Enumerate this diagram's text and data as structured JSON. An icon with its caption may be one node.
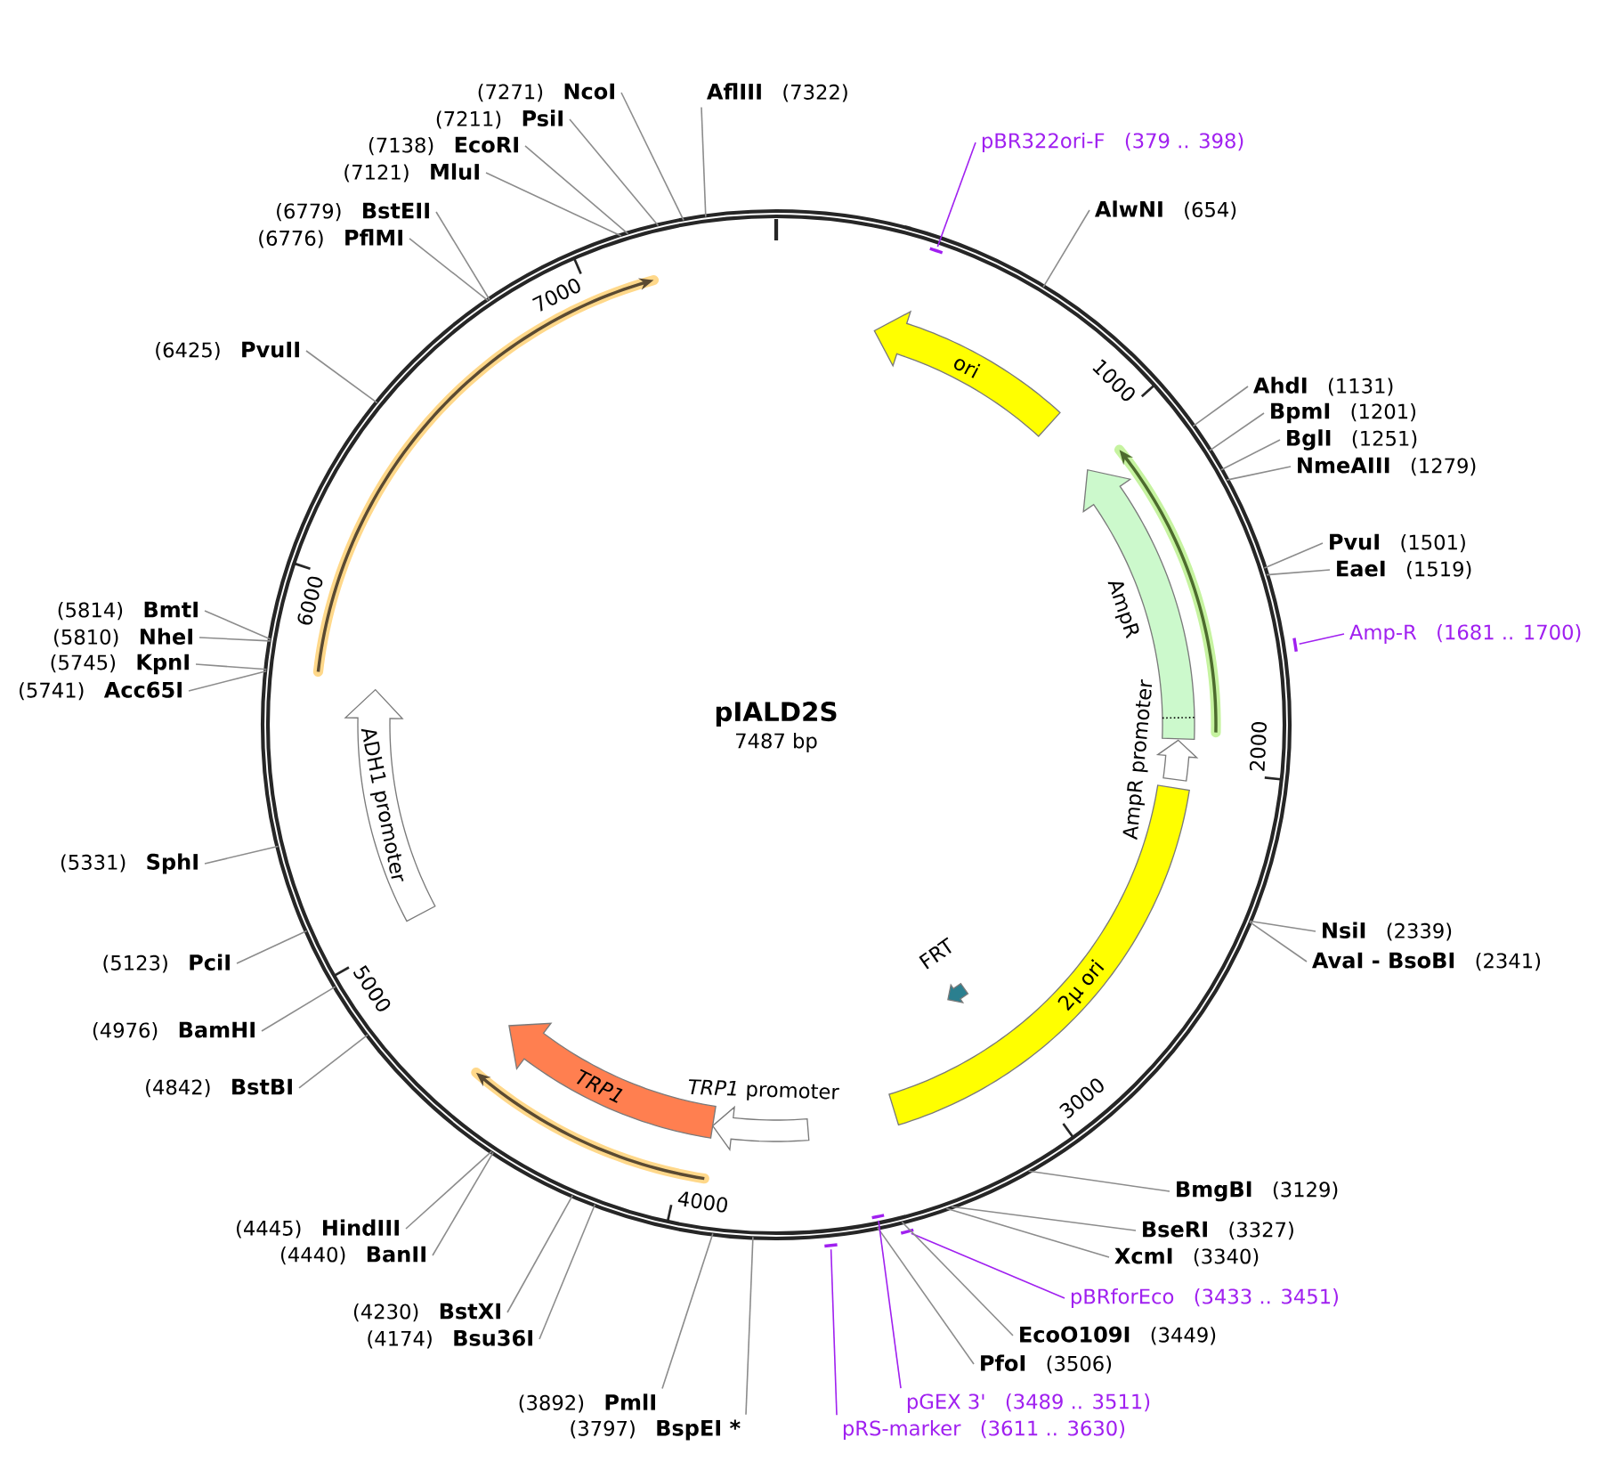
{
  "diagram": {
    "title": "pIALD2S",
    "nodes": [
      {
        "text": [
          "AflIII",
          "(7322)"
        ]
      },
      {
        "text": [
          "pBR322ori-F",
          "(379 .. 398)"
        ]
      },
      {
        "text": [
          "AlwNI",
          "(654)"
        ]
      },
      {
        "text": [
          "AhdI",
          "(1131)"
        ]
      },
      {
        "text": [
          "BpmI",
          "(1201)"
        ]
      },
      {
        "text": [
          "BglI",
          "(1251)"
        ]
      },
      {
        "text": [
          "NmeAIII",
          "(1279)"
        ]
      },
      {
        "text": [
          "PvuI",
          "(1501)"
        ]
      },
      {
        "text": [
          "EaeI",
          "(1519)"
        ]
      },
      {
        "text": [
          "Amp-R",
          "(1681 .. 1700)"
        ]
      },
      {
        "text": [
          "NsiI",
          "(2339)"
        ]
      },
      {
        "text": [
          "AvaI - BsoBI",
          "(2341)"
        ]
      },
      {
        "text": [
          "BmgBI",
          "(3129)"
        ]
      },
      {
        "text": [
          "BseRI",
          "(3327)"
        ]
      },
      {
        "text": [
          "XcmI",
          "(3340)"
        ]
      },
      {
        "text": [
          "pBRforEco",
          "(3433 .. 3451)"
        ]
      },
      {
        "text": [
          "EcoO109I",
          "(3449)"
        ]
      },
      {
        "text": [
          "PfoI",
          "(3506)"
        ]
      },
      {
        "text": [
          "pGEX 3'",
          "(3489 .. 3511)"
        ]
      },
      {
        "text": [
          "pRS-marker",
          "(3611 .. 3630)"
        ]
      },
      {
        "text": [
          "(3892)",
          "PmlI"
        ]
      },
      {
        "text": [
          "(3797)",
          "BspEI *"
        ]
      },
      {
        "text": [
          "(4230)",
          "BstXI"
        ]
      },
      {
        "text": [
          "(4174)",
          "Bsu36I"
        ]
      },
      {
        "text": [
          "(4445)",
          "HindIII"
        ]
      },
      {
        "text": [
          "(4440)",
          "BanII"
        ]
      },
      {
        "text": [
          "(4842)",
          "BstBI"
        ]
      },
      {
        "text": [
          "(4976)",
          "BamHI"
        ]
      },
      {
        "text": [
          "(5123)",
          "PciI"
        ]
      },
      {
        "text": [
          "(5331)",
          "SphI"
        ]
      },
      {
        "text": [
          "(5741)",
          "Acc65I"
        ]
      },
      {
        "text": [
          "(5745)",
          "KpnI"
        ]
      },
      {
        "text": [
          "(5810)",
          "NheI"
        ]
      },
      {
        "text": [
          "(5814)",
          "BmtI"
        ]
      },
      {
        "text": [
          "(6425)",
          "PvuII"
        ]
      },
      {
        "text": [
          "(6776)",
          "PflMI"
        ]
      },
      {
        "text": [
          "(6779)",
          "BstEII"
        ]
      },
      {
        "text": [
          "(7121)",
          "MluI"
        ]
      },
      {
        "text": [
          "(7138)",
          "EcoRI"
        ]
      },
      {
        "text": [
          "(7211)",
          "PsiI"
        ]
      },
      {
        "text": [
          "(7271)",
          "NcoI"
        ]
      },
      {
        "text": [],
        "shape": "circle"
      },
      {
        "text": [
          "ori"
        ],
        "in": 41
      },
      {
        "text": [
          "AmpR"
        ],
        "in": 41
      },
      {
        "text": [
          "AmpR promoter"
        ],
        "in": 41
      },
      {
        "text": [
          "2µ ori"
        ],
        "in": 41
      },
      {
        "text": [
          "FRT"
        ],
        "in": 41
      },
      {
        "text": [
          "*TRP1* promoter"
        ],
        "in": 41
      },
      {
        "text": [
          "TRP1"
        ],
        "in": 41
      },
      {
        "text": [
          "ADH1 promoter"
        ],
        "in": 41
      },
      {
        "text": [],
        "shape": "bar",
        "in": 41
      },
      {
        "text": [],
        "shape": "bar"
      },
      {
        "text": [],
        "shape": "bar"
      },
      {
        "text": [],
        "shape": "bar",
        "in": 41
      },
      {
        "text": [],
        "shape": "bar"
      }
    ],
    "edges": [
      {
        "from": 0,
        "to": 41,
        "arrow": "none"
      },
      {
        "from": 1,
        "to": 50,
        "arrow": "none",
        "color": "#a020f0"
      },
      {
        "from": 2,
        "to": 41,
        "arrow": "none"
      },
      {
        "from": 3,
        "to": 41,
        "arrow": "none"
      },
      {
        "from": 4,
        "to": 41,
        "arrow": "none"
      },
      {
        "from": 5,
        "to": 41,
        "arrow": "none"
      },
      {
        "from": 6,
        "to": 41,
        "arrow": "none"
      },
      {
        "from": 7,
        "to": 41,
        "arrow": "none"
      },
      {
        "from": 8,
        "to": 41,
        "arrow": "none"
      },
      {
        "from": 9,
        "to": 51,
        "arrow": "none",
        "color": "#a020f0"
      },
      {
        "from": 10,
        "to": 41,
        "arrow": "none"
      },
      {
        "from": 11,
        "to": 41,
        "arrow": "none"
      },
      {
        "from": 12,
        "to": 41,
        "arrow": "none"
      },
      {
        "from": 13,
        "to": 41,
        "arrow": "none"
      },
      {
        "from": 14,
        "to": 41,
        "arrow": "none"
      },
      {
        "from": 15,
        "to": 52,
        "arrow": "none",
        "color": "#a020f0"
      },
      {
        "from": 16,
        "to": 41,
        "arrow": "none"
      },
      {
        "from": 17,
        "to": 41,
        "arrow": "none"
      },
      {
        "from": 18,
        "to": 53,
        "arrow": "none",
        "color": "#a020f0"
      },
      {
        "from": 19,
        "to": 54,
        "arrow": "none",
        "color": "#a020f0"
      },
      {
        "from": 20,
        "to": 41,
        "arrow": "none"
      },
      {
        "from": 21,
        "to": 41,
        "arrow": "none"
      },
      {
        "from": 22,
        "to": 41,
        "arrow": "none"
      },
      {
        "from": 23,
        "to": 41,
        "arrow": "none"
      },
      {
        "from": 24,
        "to": 41,
        "arrow": "none"
      },
      {
        "from": 25,
        "to": 41,
        "arrow": "none"
      },
      {
        "from": 26,
        "to": 41,
        "arrow": "none"
      },
      {
        "from": 27,
        "to": 41,
        "arrow": "none"
      },
      {
        "from": 28,
        "to": 41,
        "arrow": "none"
      },
      {
        "from": 29,
        "to": 41,
        "arrow": "none"
      },
      {
        "from": 30,
        "to": 41,
        "arrow": "none"
      },
      {
        "from": 31,
        "to": 41,
        "arrow": "none"
      },
      {
        "from": 32,
        "to": 41,
        "arrow": "none"
      },
      {
        "from": 33,
        "to": 41,
        "arrow": "none"
      },
      {
        "from": 34,
        "to": 41,
        "arrow": "none"
      },
      {
        "from": 35,
        "to": 41,
        "arrow": "none"
      },
      {
        "from": 36,
        "to": 41,
        "arrow": "none"
      },
      {
        "from": 37,
        "to": 41,
        "arrow": "none"
      },
      {
        "from": 38,
        "to": 41,
        "arrow": "none"
      },
      {
        "from": 39,
        "to": 41,
        "arrow": "none"
      },
      {
        "from": 40,
        "to": 41,
        "arrow": "none"
      }
    ],
    "labels": [
      "7487 bp",
      "1000",
      "2000",
      "3000",
      "4000",
      "5000",
      "6000",
      "7000"
    ]
  }
}
